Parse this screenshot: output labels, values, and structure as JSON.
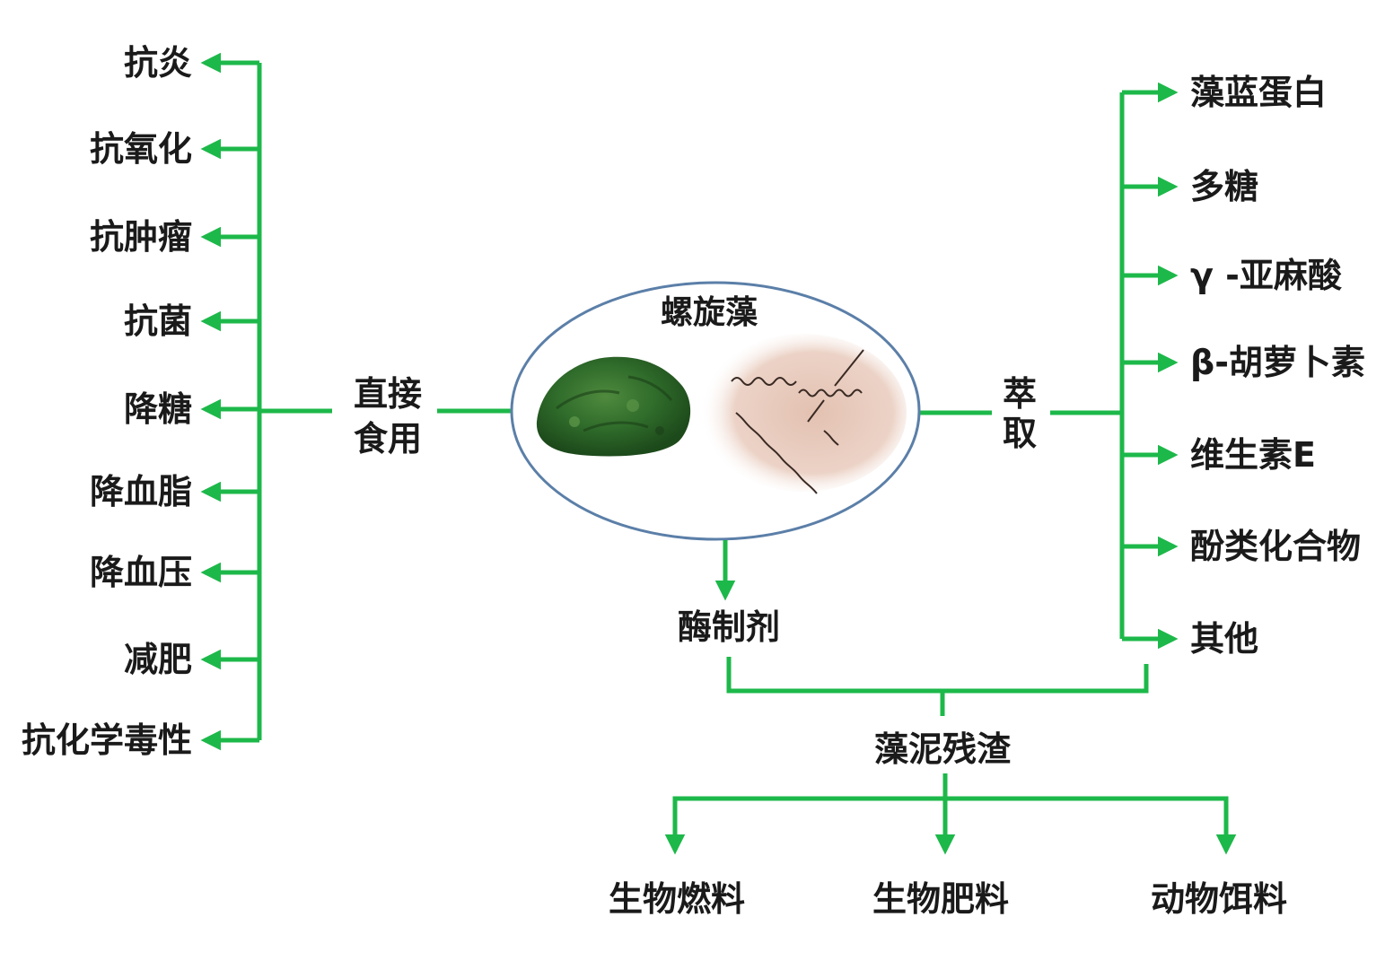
{
  "diagram": {
    "center": {
      "title": "螺旋藻"
    },
    "left_connector": {
      "line1": "直接",
      "line2": "食用"
    },
    "right_connector": {
      "line1": "萃",
      "line2": "取"
    },
    "left_items": [
      "抗炎",
      "抗氧化",
      "抗肿瘤",
      "抗菌",
      "降糖",
      "降血脂",
      "降血压",
      "减肥",
      "抗化学毒性"
    ],
    "right_items": [
      "藻蓝蛋白",
      "多糖",
      "γ -亚麻酸",
      "β-胡萝卜素",
      "维生素E",
      "酚类化合物",
      "其他"
    ],
    "enzyme": "酶制剂",
    "residue": "藻泥残渣",
    "residue_uses": [
      "生物燃料",
      "生物肥料",
      "动物饵料"
    ],
    "colors": {
      "arrow": "#1db84a",
      "ellipse_stroke": "#5b7fa8",
      "spirulina_green": "#2f6b2a",
      "micro_bg": "#e8cbbd"
    }
  }
}
